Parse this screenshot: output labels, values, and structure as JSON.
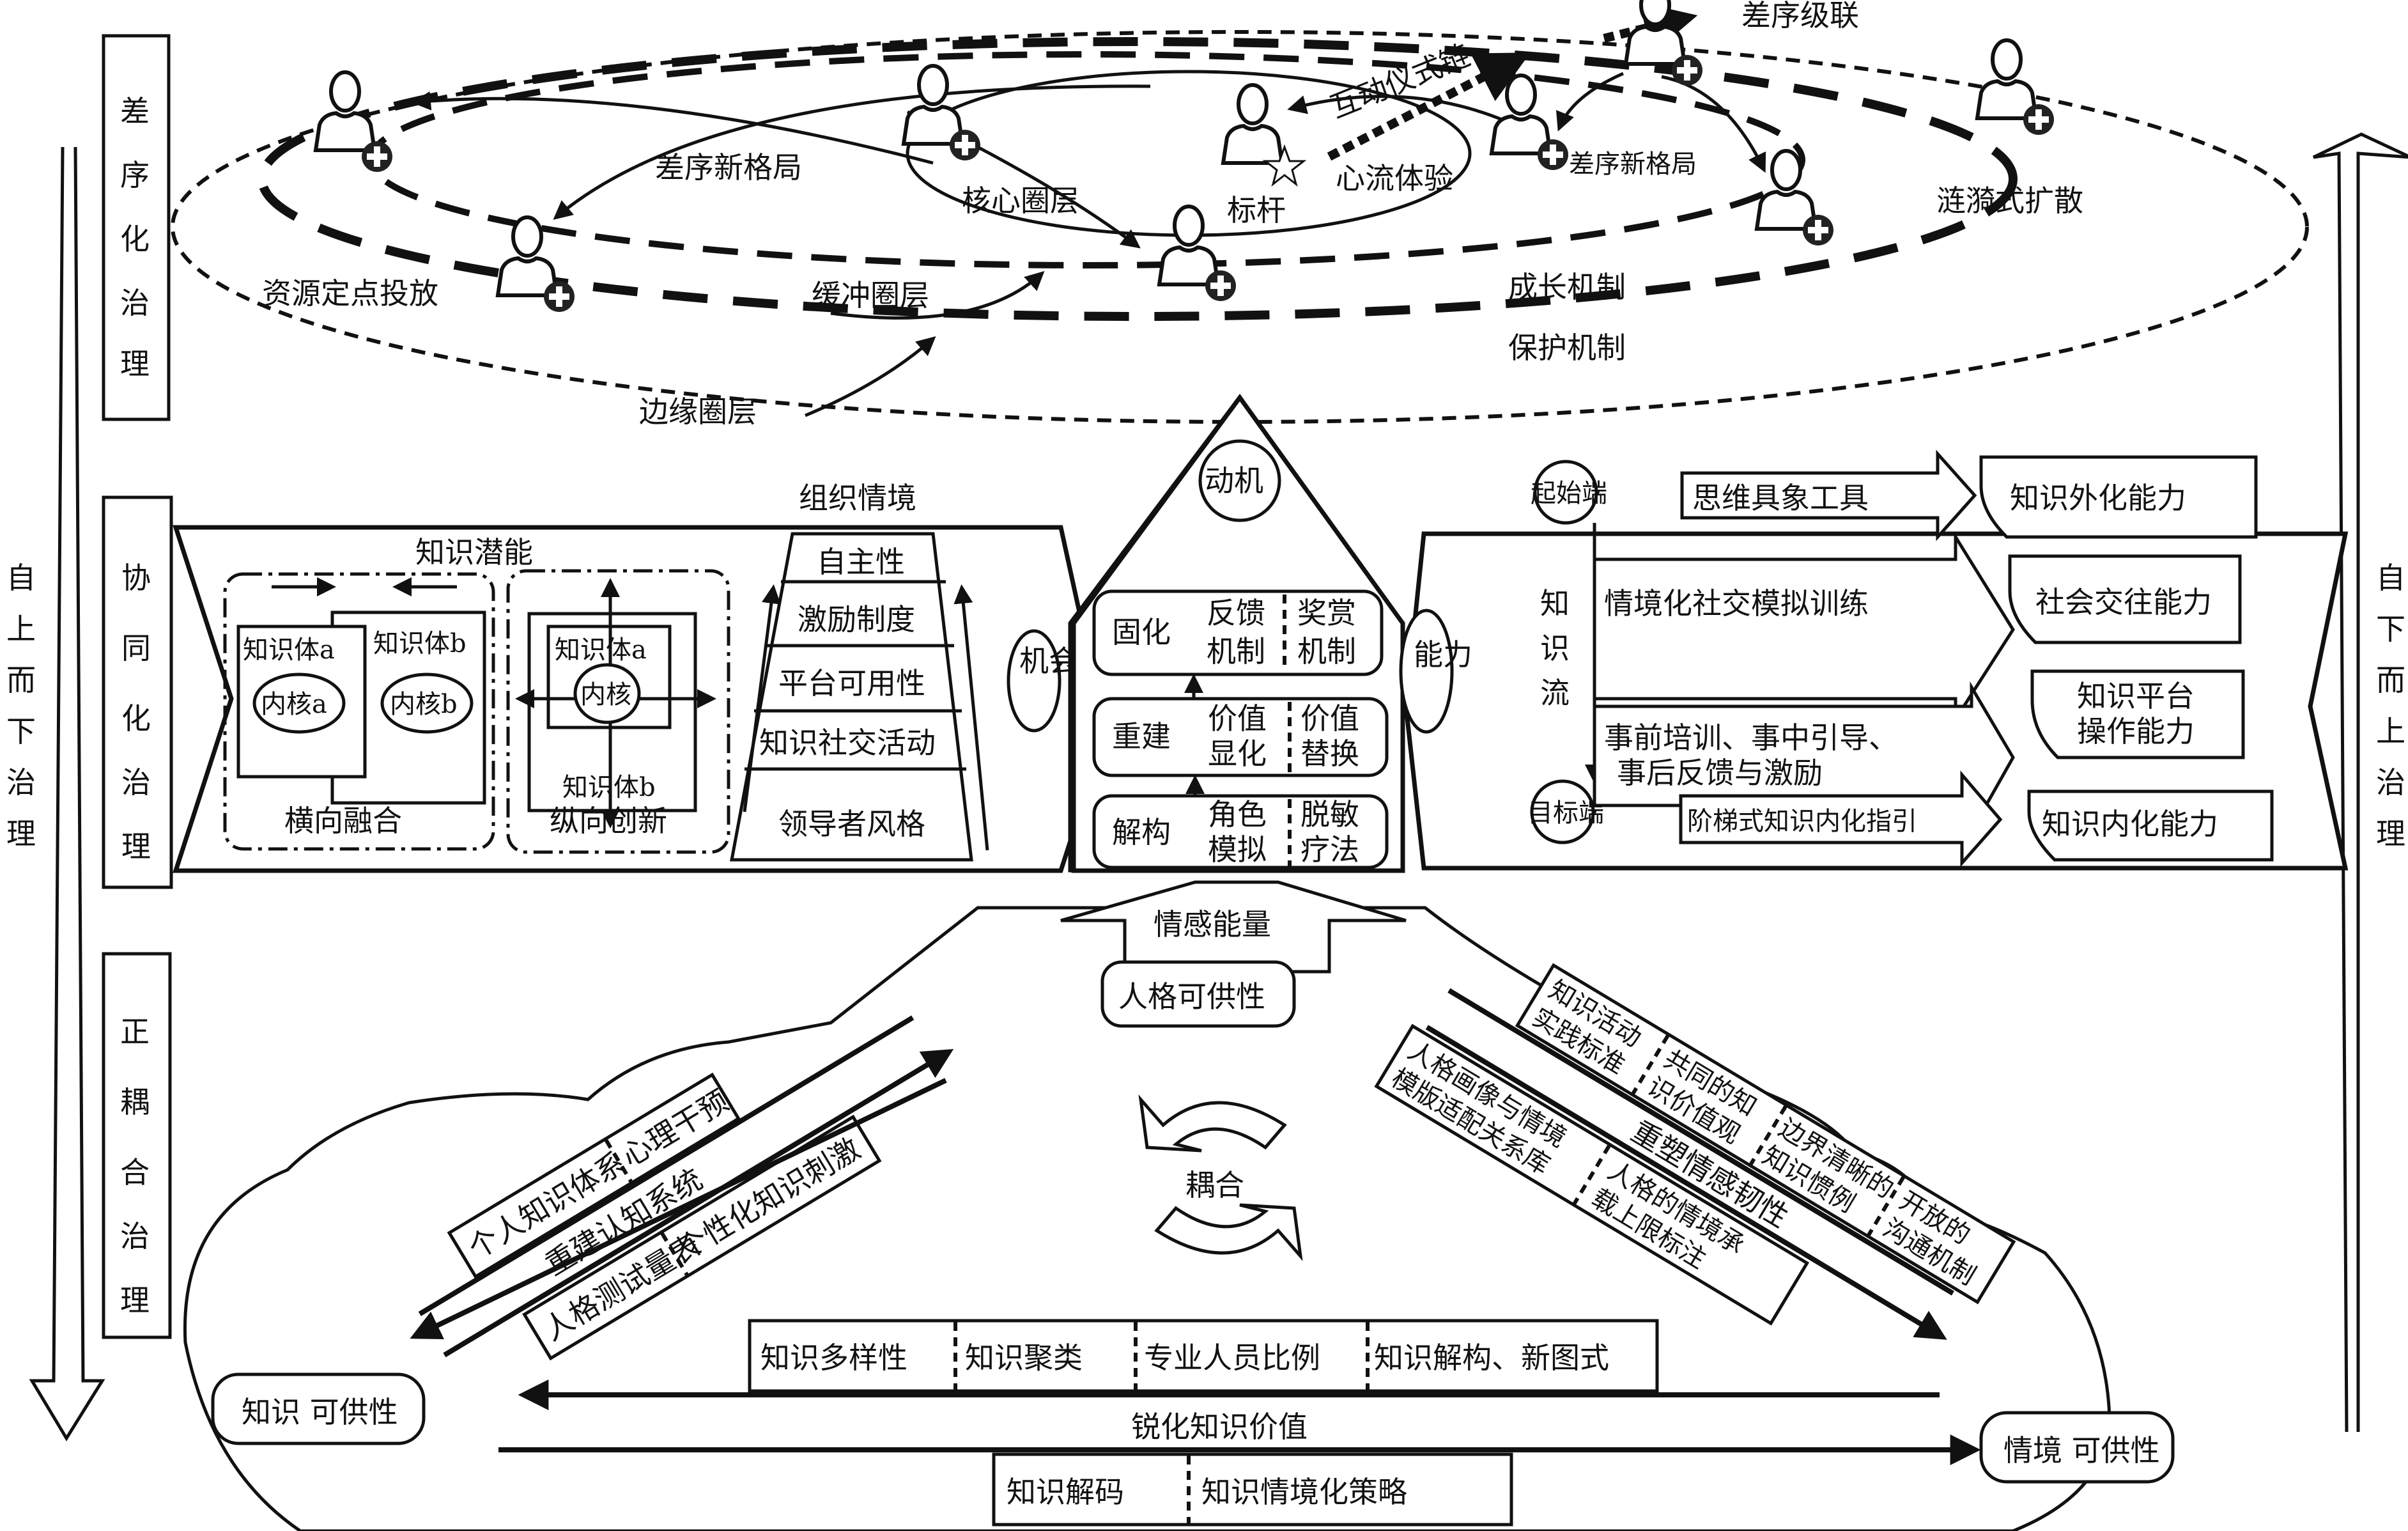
{
  "left_axis": {
    "label": [
      "自",
      "上",
      "而",
      "下",
      "治",
      "理"
    ],
    "direction": "down"
  },
  "right_axis": {
    "label": [
      "自",
      "下",
      "而",
      "上",
      "治",
      "理"
    ],
    "direction": "up"
  },
  "tiers": [
    {
      "label": [
        "差",
        "序",
        "化",
        "治",
        "理"
      ]
    },
    {
      "label": [
        "协",
        "同",
        "化",
        "治",
        "理"
      ]
    },
    {
      "label": [
        "正",
        "耦",
        "合",
        "治",
        "理"
      ]
    }
  ],
  "top": {
    "chaxu_jilian": "差序级联",
    "hudong_yishi_lian": "互动仪式链",
    "chaxu_xingeju_left": "差序新格局",
    "chaxu_xingeju_right": "差序新格局",
    "hexin_quanceng": "核心圈层",
    "biaogan": "标杆",
    "xinliu_tiyan": "心流体验",
    "lianyi_kuosan": "涟漪式扩散",
    "ziyuan_dingdian": "资源定点投放",
    "huanchong_quanceng": "缓冲圈层",
    "chengzhang_jizhi": "成长机制",
    "baohu_jizhi": "保护机制",
    "bianyuan_quanceng": "边缘圈层",
    "person_icons": 10,
    "star_icon": "star-icon"
  },
  "middle": {
    "knowledge_potential": {
      "title": "知识潜能",
      "horizontal": {
        "caption": "横向融合",
        "body_a": "知识体a",
        "body_b": "知识体b",
        "core_a": "内核a",
        "core_b": "内核b"
      },
      "vertical": {
        "caption": "纵向创新",
        "body_a": "知识体a",
        "body_b": "知识体b",
        "core": "内核"
      }
    },
    "org_context": {
      "title": "组织情境",
      "levels": [
        "自主性",
        "激励制度",
        "平台可用性",
        "知识社交活动",
        "领导者风格"
      ],
      "opportunity": "机会"
    },
    "motivation": {
      "title": "动机",
      "rows": [
        {
          "stage": "固化",
          "left": [
            "反馈",
            "机制"
          ],
          "right": [
            "奖赏",
            "机制"
          ]
        },
        {
          "stage": "重建",
          "left": [
            "价值",
            "显化"
          ],
          "right": [
            "价值",
            "替换"
          ]
        },
        {
          "stage": "解构",
          "left": [
            "角色",
            "模拟"
          ],
          "right": [
            "脱敏",
            "疗法"
          ]
        }
      ]
    },
    "ability": {
      "title": "能力",
      "start": "起始端",
      "end": "目标端",
      "flow": [
        "知",
        "识",
        "流"
      ],
      "arrows": [
        {
          "label": "思维具象工具",
          "target": "知识外化能力"
        },
        {
          "label": "情境化社交模拟训练",
          "target": "社会交往能力"
        },
        {
          "label": [
            "事前培训、事中引导、",
            "事后反馈与激励"
          ],
          "target": [
            "知识平台",
            "操作能力"
          ]
        },
        {
          "label": "阶梯式知识内化指引",
          "target": "知识内化能力"
        }
      ]
    }
  },
  "bottom": {
    "emotional_energy": "情感能量",
    "personality_affordance": "人格可供性",
    "knowledge_affordance": "知识 可供性",
    "context_affordance": "情境 可供性",
    "coupling": "耦合",
    "left_band": {
      "top_cells": [
        "个人知识体系",
        "心理干预"
      ],
      "middle": "重建认知系统",
      "bottom_cells": [
        "人格测试量表",
        "个性化知识刺激"
      ]
    },
    "right_band": {
      "top_cells": [
        [
          "知识活动",
          "实践标准"
        ],
        [
          "共同的知",
          "识价值观"
        ],
        [
          "边界清晰的",
          "知识惯例"
        ],
        [
          "开放的",
          "沟通机制"
        ]
      ],
      "middle": "重塑情感韧性",
      "bottom_cells": [
        [
          "人格画像与情境",
          "模版适配关系库"
        ],
        [
          "人格的情境承",
          "载上限标注"
        ]
      ]
    },
    "upper_row": [
      "知识多样性",
      "知识聚类",
      "专业人员比例",
      "知识解构、新图式"
    ],
    "sharpen": "锐化知识价值",
    "lower_row": [
      "知识解码",
      "知识情境化策略"
    ]
  }
}
